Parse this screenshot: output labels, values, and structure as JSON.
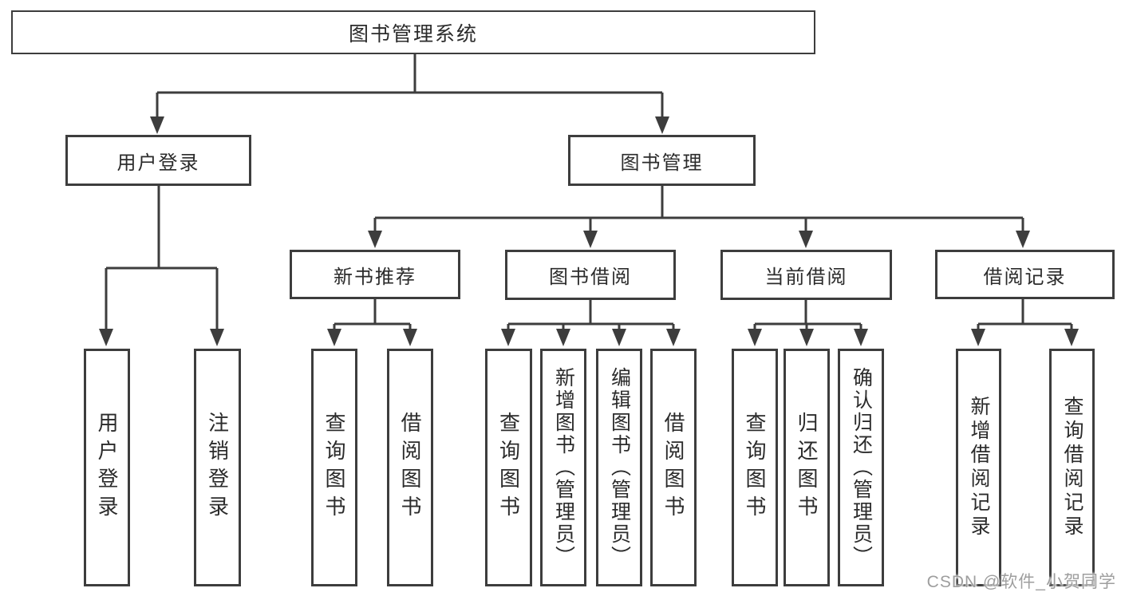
{
  "diagram": {
    "root": {
      "label": "图书管理系统"
    },
    "branches": [
      {
        "label": "用户登录",
        "children": [
          {
            "label": "用户登录"
          },
          {
            "label": "注销登录"
          }
        ]
      },
      {
        "label": "图书管理",
        "groups": [
          {
            "label": "新书推荐",
            "children": [
              {
                "label": "查询图书"
              },
              {
                "label": "借阅图书"
              }
            ]
          },
          {
            "label": "图书借阅",
            "children": [
              {
                "label": "查询图书"
              },
              {
                "label": "新增图书（管理员）"
              },
              {
                "label": "编辑图书（管理员）"
              },
              {
                "label": "借阅图书"
              }
            ]
          },
          {
            "label": "当前借阅",
            "children": [
              {
                "label": "查询图书"
              },
              {
                "label": "归还图书"
              },
              {
                "label": "确认归还（管理员）"
              }
            ]
          },
          {
            "label": "借阅记录",
            "children": [
              {
                "label": "新增借阅记录"
              },
              {
                "label": "查询借阅记录"
              }
            ]
          }
        ]
      }
    ]
  },
  "watermark": {
    "text": "CSDN @软件_小贺同学"
  },
  "colors": {
    "line": "#3d3d3d",
    "text": "#2b2b2b",
    "watermark": "#9e9e9e",
    "background": "#ffffff"
  }
}
